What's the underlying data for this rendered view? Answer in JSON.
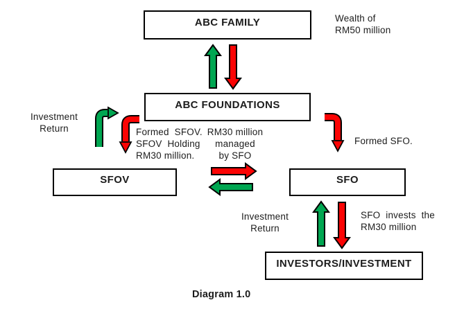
{
  "colors": {
    "green": "#00A651",
    "red": "#FB0404",
    "outline": "#000000",
    "text": "#1C1C1C"
  },
  "boxes": {
    "family": {
      "label": "ABC FAMILY"
    },
    "foundations": {
      "label": "ABC FOUNDATIONS"
    },
    "sfov": {
      "label": "SFOV"
    },
    "sfo": {
      "label": "SFO"
    },
    "investors": {
      "label": "INVESTORS/INVESTMENT"
    }
  },
  "labels": {
    "wealth": "Wealth of\nRM50 million",
    "investment_return_left": "Investment\nReturn",
    "formed_sfov": "Formed  SFOV.\nSFOV  Holding\nRM30 million.",
    "managed_by_sfo": "RM30 million\nmanaged\nby SFO",
    "formed_sfo": "Formed SFO.",
    "investment_return_bottom": "Investment\nReturn",
    "sfo_invests": "SFO  invests  the\nRM30 million",
    "caption": "Diagram 1.0"
  }
}
